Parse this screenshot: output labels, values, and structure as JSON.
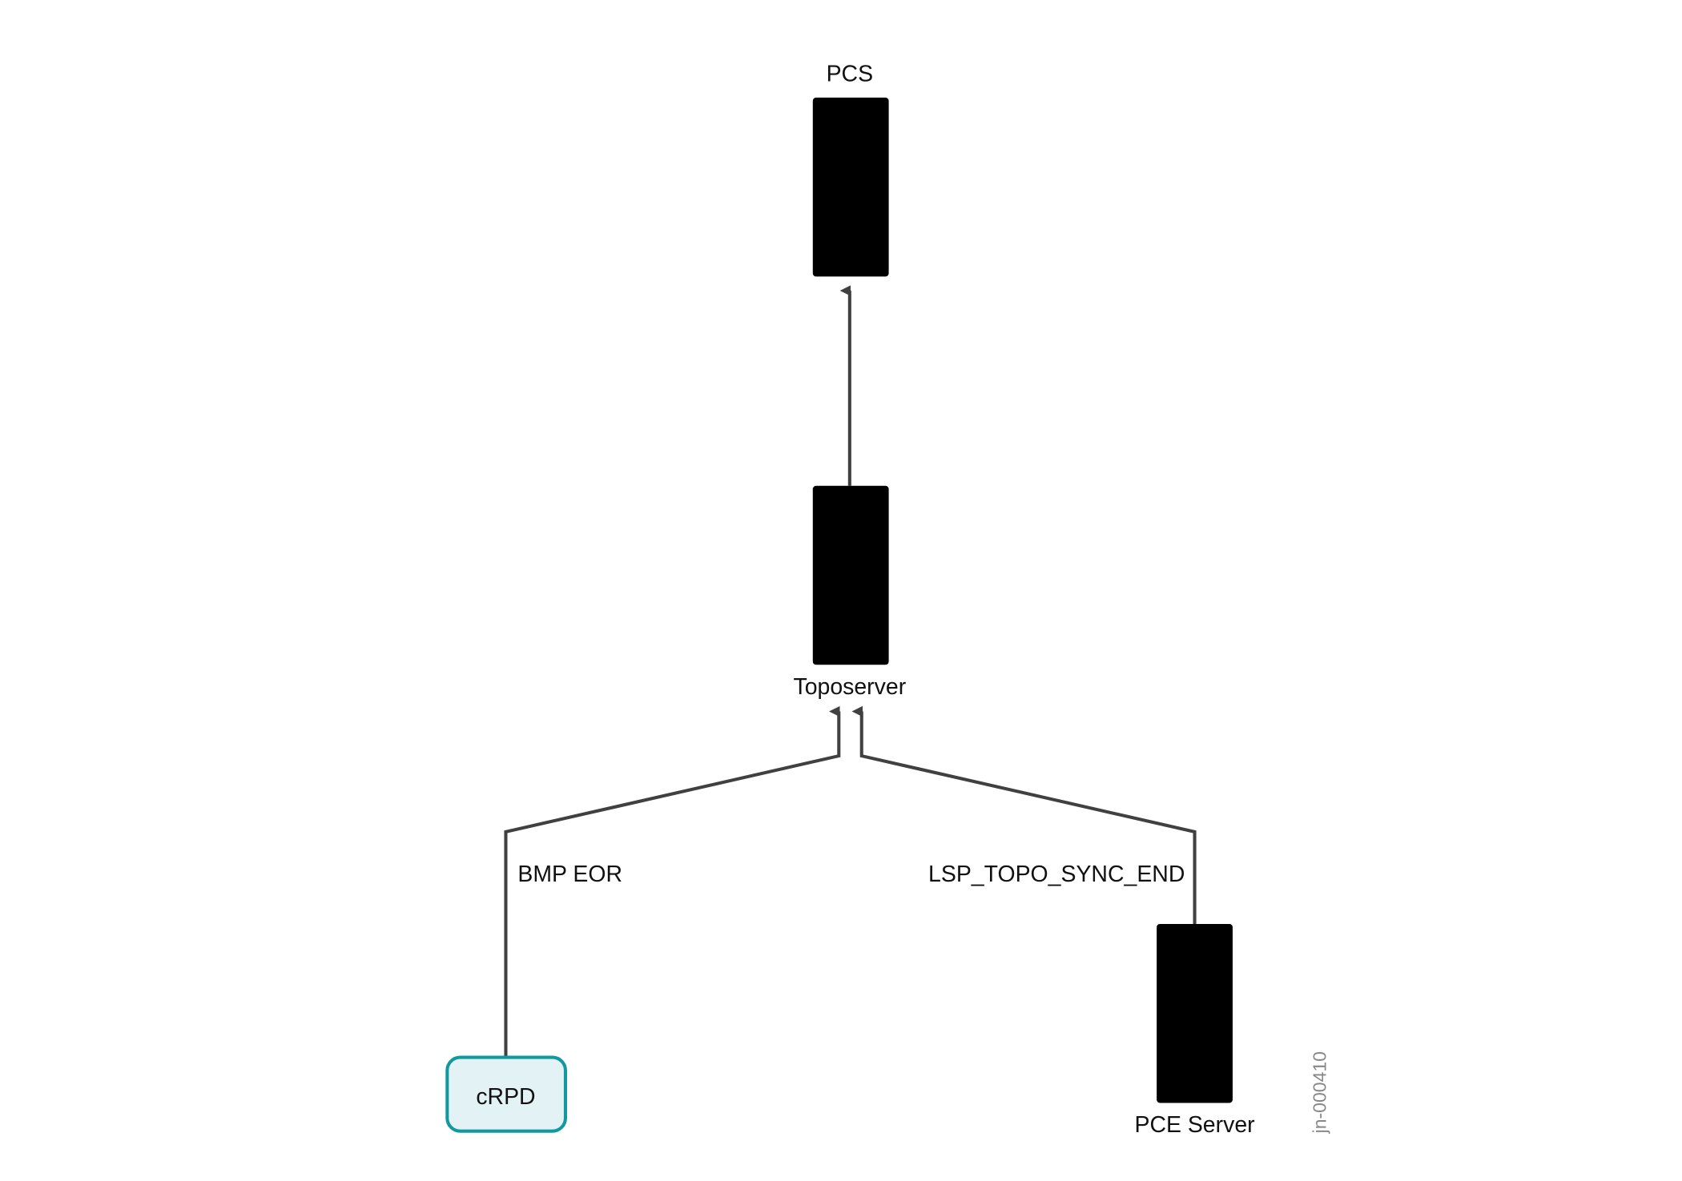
{
  "nodes": {
    "pcs": {
      "label": "PCS"
    },
    "toposerver": {
      "label": "Toposerver"
    },
    "crpd": {
      "label": "cRPD"
    },
    "pce_server": {
      "label": "PCE Server"
    }
  },
  "edges": {
    "crpd_to_topo": {
      "label": "BMP EOR"
    },
    "pce_to_topo": {
      "label": "LSP_TOPO_SYNC_END"
    },
    "topo_to_pcs": {
      "label": ""
    }
  },
  "figure_id": "jn-000410",
  "colors": {
    "line": "#404040",
    "server": "#555555",
    "crpd_fill": "#e3f2f4",
    "crpd_stroke": "#1199a0"
  }
}
